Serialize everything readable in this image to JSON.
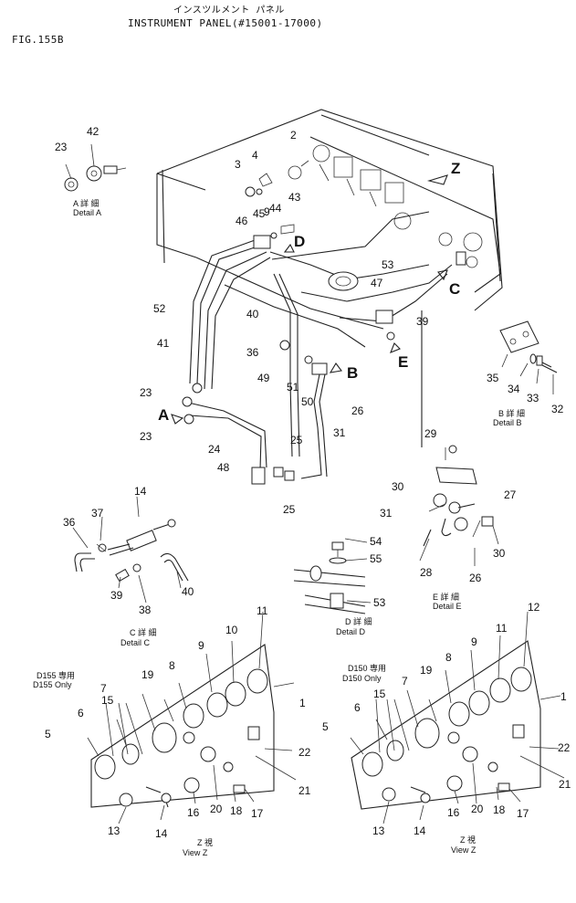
{
  "header": {
    "fig": "FIG.155B",
    "japanese": "インスツルメント パネル",
    "title": "INSTRUMENT PANEL(#15001-17000)"
  },
  "main_callouts": [
    "2",
    "3",
    "4",
    "42",
    "23",
    "9",
    "44",
    "43",
    "46",
    "45",
    "D",
    "Z",
    "53",
    "47",
    "C",
    "39",
    "52",
    "40",
    "41",
    "36",
    "49",
    "51",
    "B",
    "E",
    "50",
    "26",
    "23",
    "A",
    "23",
    "24",
    "48",
    "25",
    "25",
    "31",
    "29",
    "35",
    "34",
    "33",
    "32"
  ],
  "details": {
    "a": {
      "jp": "A 詳 細",
      "en": "Detail A",
      "callouts": [
        "23",
        "42"
      ]
    },
    "b": {
      "jp": "B 詳 細",
      "en": "Detail B",
      "callouts": [
        "35",
        "34",
        "33",
        "32"
      ]
    },
    "c": {
      "jp": "C 詳 細",
      "en": "Detail C",
      "callouts": [
        "14",
        "37",
        "36",
        "39",
        "38",
        "40"
      ]
    },
    "d": {
      "jp": "D 詳 細",
      "en": "Detail D",
      "callouts": [
        "54",
        "55",
        "53"
      ]
    },
    "e": {
      "jp": "E 詳 細",
      "en": "Detail E",
      "callouts": [
        "30",
        "27",
        "31",
        "30",
        "28",
        "26"
      ]
    }
  },
  "views": {
    "left": {
      "note_jp": "D155 専用",
      "note_en": "D155 Only",
      "view_jp": "Z 視",
      "view_en": "View Z",
      "callouts": [
        "11",
        "10",
        "9",
        "8",
        "19",
        "7",
        "15",
        "6",
        "5",
        "1",
        "22",
        "21",
        "13",
        "14",
        "16",
        "20",
        "18",
        "17"
      ]
    },
    "right": {
      "note_jp": "D150 専用",
      "note_en": "D150 Only",
      "view_jp": "Z 視",
      "view_en": "View Z",
      "callouts": [
        "12",
        "11",
        "9",
        "8",
        "19",
        "7",
        "15",
        "6",
        "5",
        "1",
        "22",
        "21",
        "13",
        "14",
        "16",
        "20",
        "18",
        "17"
      ]
    }
  }
}
